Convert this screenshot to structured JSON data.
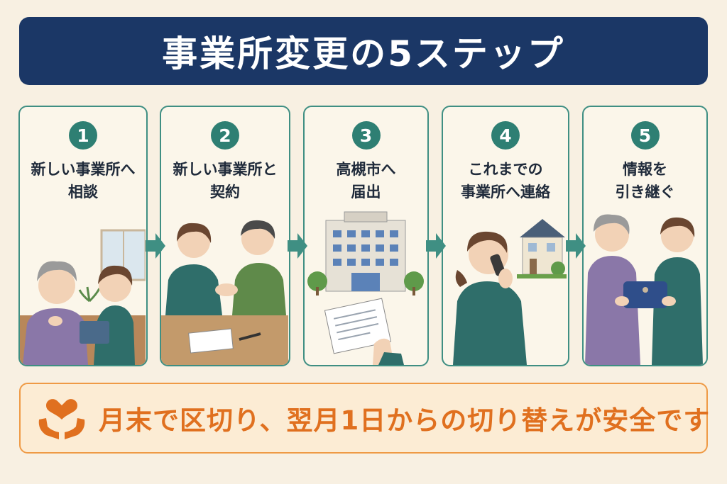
{
  "title": "事業所変更の5ステップ",
  "steps": [
    {
      "number": "1",
      "line1": "新しい事業所へ",
      "line2": "相談",
      "illustration": "consultation"
    },
    {
      "number": "2",
      "line1": "新しい事業所と",
      "line2": "契約",
      "illustration": "handshake-contract"
    },
    {
      "number": "3",
      "line1": "高槻市へ",
      "line2": "届出",
      "illustration": "city-office-document"
    },
    {
      "number": "4",
      "line1": "これまでの",
      "line2": "事業所へ連絡",
      "illustration": "phone-call"
    },
    {
      "number": "5",
      "line1": "情報を",
      "line2": "引き継ぐ",
      "illustration": "handover"
    }
  ],
  "note": {
    "icon": "heart-hands-icon",
    "text": "月末で区切り、翌月1日からの切り替えが安全です"
  },
  "colors": {
    "title_bg": "#1b3766",
    "accent_teal": "#2e7f73",
    "card_border": "#3f8f83",
    "note_orange": "#e0701f",
    "background": "#f8f0e2"
  }
}
